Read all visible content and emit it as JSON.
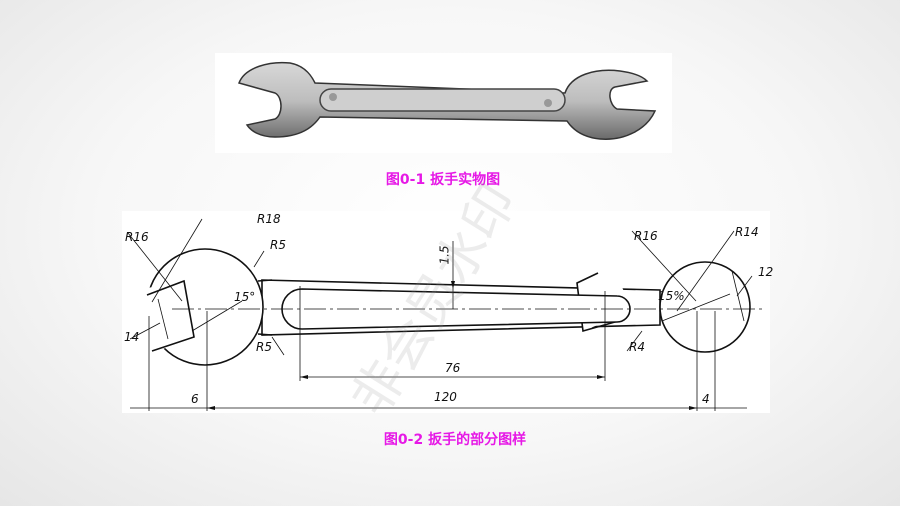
{
  "figure1": {
    "caption": "图0-1  扳手实物图"
  },
  "figure2": {
    "caption": "图0-2  扳手的部分图样",
    "labels": {
      "r16_left": "R16",
      "r18": "R18",
      "r5_top": "R5",
      "angle_left": "15°",
      "dim_14": "14",
      "r5_bottom": "R5",
      "dim_1_5": "1.5",
      "dim_76": "76",
      "r4": "R4",
      "r16_right": "R16",
      "r14": "R14",
      "dim_12": "12",
      "angle_right": "15%",
      "dim_6": "6",
      "dim_120": "120",
      "dim_4": "4"
    }
  },
  "watermark": "非会员水印"
}
